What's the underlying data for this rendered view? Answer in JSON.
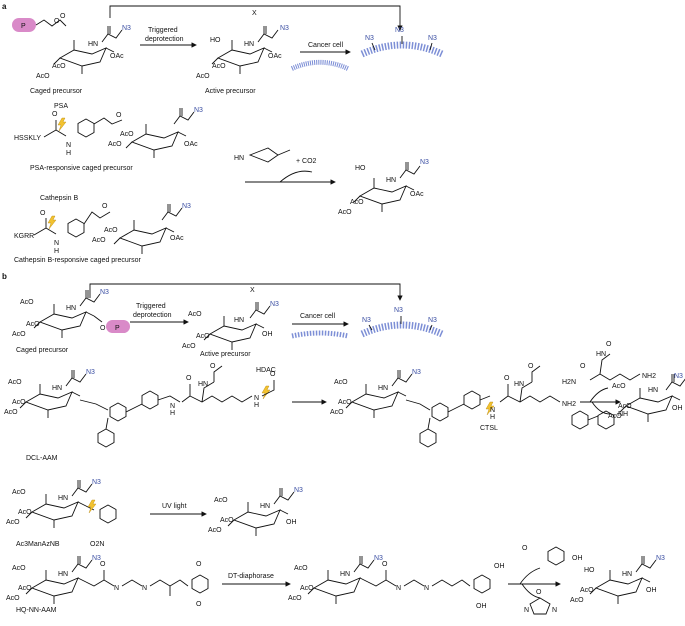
{
  "panels": {
    "a": {
      "label": "a",
      "caged_label": "Caged precursor",
      "active_label": "Active precursor",
      "arrow1": [
        "Triggered",
        "deprotection"
      ],
      "arrow2": "Cancer cell",
      "blocked": "X",
      "p_badge": "P",
      "psa_label": "PSA-responsive caged precursor",
      "psa_enzyme": "PSA",
      "psa_peptide": "HSSKLY",
      "cathepsin_label": "Cathepsin B-responsive caged precursor",
      "cathepsin_enzyme": "Cathepsin  B",
      "cathepsin_peptide": "KGRR",
      "byproduct": "+ CO2",
      "imine": "HN"
    },
    "b": {
      "label": "b",
      "caged_label": "Caged precursor",
      "active_label": "Active precursor",
      "arrow1": [
        "Triggered",
        "deprotection"
      ],
      "arrow2": "Cancer cell",
      "blocked": "X",
      "p_badge": "P",
      "dcl_label": "DCL-AAM",
      "hdac": "HDAC",
      "ctsl": "CTSL",
      "nb_label": "Ac3ManAzNB",
      "uv": "UV light",
      "no2": "O2N",
      "hq_label": "HQ-NN-AAM",
      "dt": "DT-diaphorase",
      "nh": "NH"
    }
  },
  "atoms": {
    "ac": "AcO",
    "oac": "OAc",
    "ho": "HO",
    "oh": "OH",
    "hn": "HN",
    "n3": "N3",
    "o": "O",
    "h2n": "H2N",
    "nh2": "NH2",
    "n": "N",
    "h": "H"
  },
  "colors": {
    "azide": "#3b4fa3",
    "badge": "#d98ac8",
    "membrane": "#7d8fd6",
    "bolt": "#f2c230"
  }
}
